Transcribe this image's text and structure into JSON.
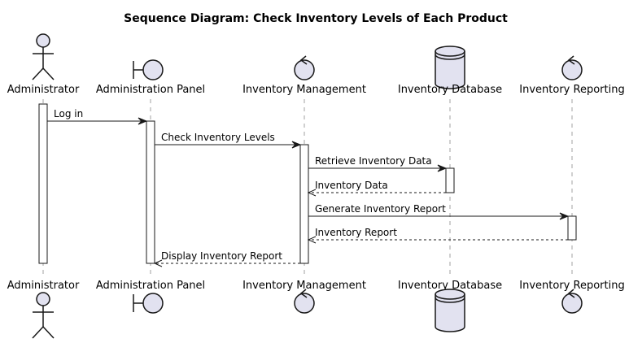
{
  "title": "Sequence Diagram: Check Inventory Levels of Each Product",
  "participants": [
    {
      "id": "admin",
      "label": "Administrator",
      "type": "actor-icon"
    },
    {
      "id": "panel",
      "label": "Administration Panel",
      "type": "boundary-icon"
    },
    {
      "id": "mgmt",
      "label": "Inventory Management",
      "type": "control-icon"
    },
    {
      "id": "db",
      "label": "Inventory Database",
      "type": "database-icon"
    },
    {
      "id": "report",
      "label": "Inventory Reporting",
      "type": "control-icon"
    }
  ],
  "messages": [
    {
      "from": "admin",
      "to": "panel",
      "label": "Log in",
      "kind": "sync"
    },
    {
      "from": "panel",
      "to": "mgmt",
      "label": "Check Inventory Levels",
      "kind": "sync"
    },
    {
      "from": "mgmt",
      "to": "db",
      "label": "Retrieve Inventory Data",
      "kind": "sync"
    },
    {
      "from": "db",
      "to": "mgmt",
      "label": "Inventory Data",
      "kind": "return"
    },
    {
      "from": "mgmt",
      "to": "report",
      "label": "Generate Inventory Report",
      "kind": "sync"
    },
    {
      "from": "report",
      "to": "mgmt",
      "label": "Inventory Report",
      "kind": "return"
    },
    {
      "from": "mgmt",
      "to": "panel",
      "label": "Display Inventory Report",
      "kind": "return"
    }
  ]
}
